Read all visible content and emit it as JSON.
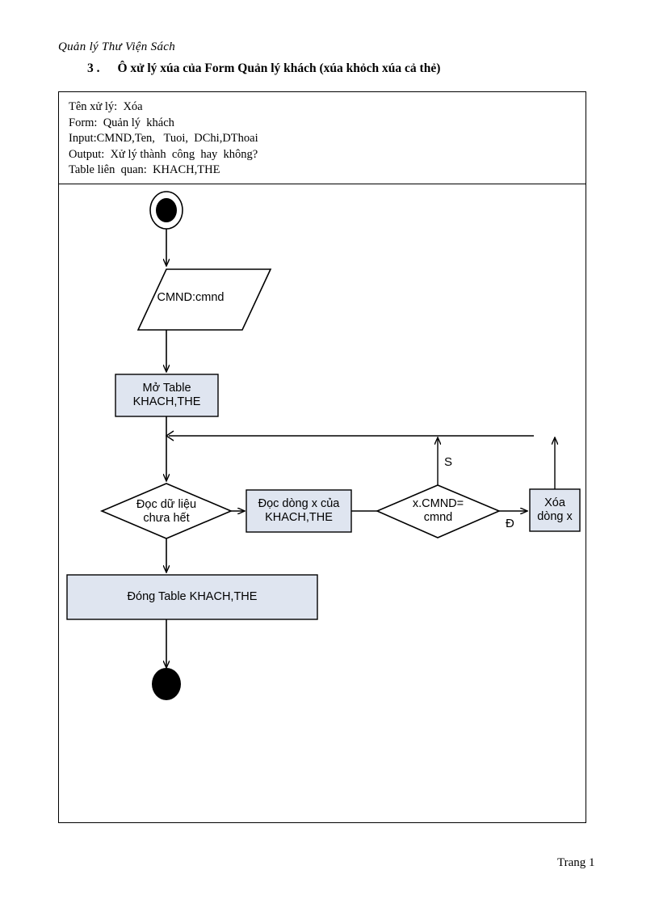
{
  "document": {
    "header": "Quản lý Thư Viện Sách",
    "section_number": "3 .",
    "section_title": "Ô xử lý xúa của Form Quản lý khách (xúa khỏch xúa cả thẻ)",
    "footer": "Trang  1"
  },
  "info_box": {
    "lines": [
      "Tên xử lý:  Xóa",
      "Form:  Quản lý  khách",
      "Input:CMND,Ten,   Tuoi,  DChi,DThoai",
      "Output:  Xử lý thành  công  hay  không?",
      "Table liên  quan:  KHACH,THE"
    ]
  },
  "flowchart": {
    "type": "flowchart",
    "fill_color": "#dfe5f0",
    "stroke_color": "#000000",
    "nodes": [
      {
        "id": "start",
        "shape": "start-circle",
        "label": ""
      },
      {
        "id": "input",
        "shape": "parallelogram",
        "label": "CMND:cmnd"
      },
      {
        "id": "open",
        "shape": "process",
        "label": "Mở Table\nKHACH,THE"
      },
      {
        "id": "loop",
        "shape": "decision",
        "label": "Đọc dữ liệu\nchưa hết"
      },
      {
        "id": "readrow",
        "shape": "process",
        "label": "Đọc dòng x của\nKHACH,THE"
      },
      {
        "id": "compare",
        "shape": "decision",
        "label": "x.CMND=\ncmnd"
      },
      {
        "id": "delete",
        "shape": "process",
        "label": "Xóa\ndòng x"
      },
      {
        "id": "close",
        "shape": "process",
        "label": "Đóng Table KHACH,THE"
      },
      {
        "id": "end",
        "shape": "end-ellipse",
        "label": ""
      }
    ],
    "edge_labels": [
      {
        "id": "no-branch",
        "label": "S"
      },
      {
        "id": "yes-branch",
        "label": "Đ"
      }
    ]
  }
}
